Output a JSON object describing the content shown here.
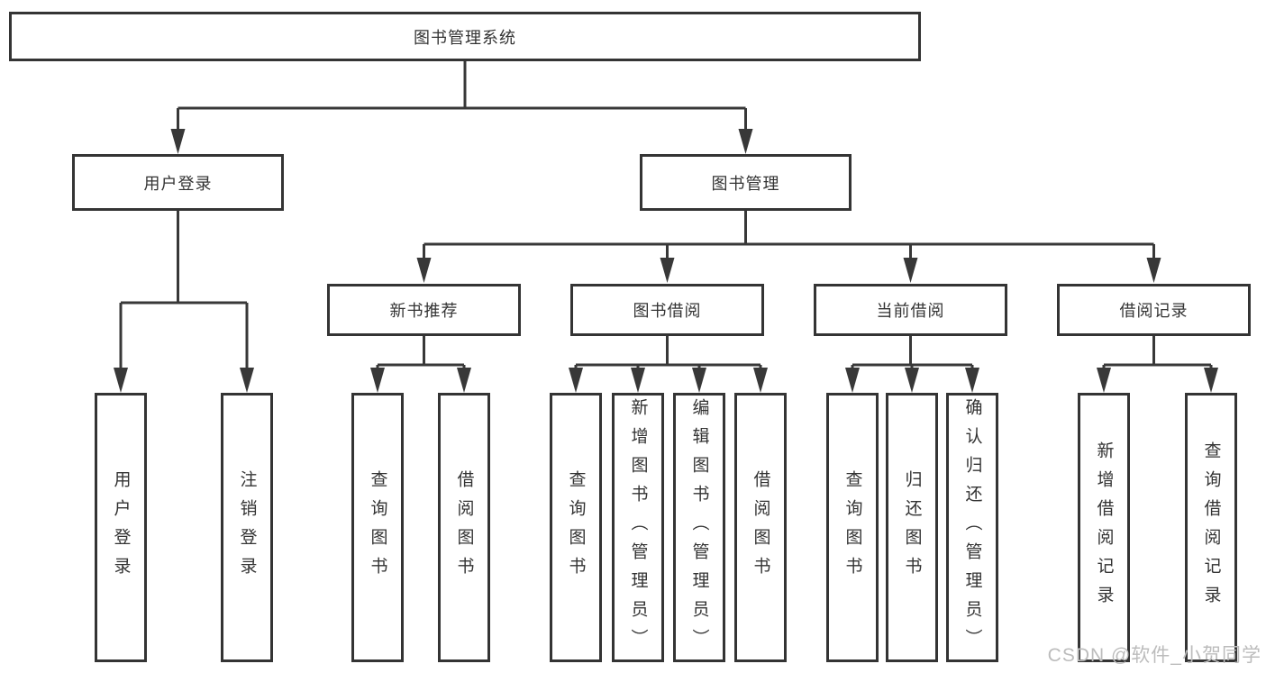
{
  "diagram": {
    "root": "图书管理系统",
    "level2": {
      "user_login": "用户登录",
      "book_mgmt": "图书管理"
    },
    "level3": {
      "new_book_rec": "新书推荐",
      "book_borrow": "图书借阅",
      "current_borrow": "当前借阅",
      "borrow_record": "借阅记录"
    },
    "leaves": {
      "user_login": "用户登录",
      "logout": "注销登录",
      "rec_query": "查询图书",
      "rec_borrow": "借阅图书",
      "bb_query": "查询图书",
      "bb_add": "新增图书（管理员）",
      "bb_edit": "编辑图书（管理员）",
      "bb_borrow": "借阅图书",
      "cb_query": "查询图书",
      "cb_return": "归还图书",
      "cb_confirm": "确认归还（管理员）",
      "br_add": "新增借阅记录",
      "br_query": "查询借阅记录"
    }
  },
  "watermark": "CSDN @软件_小贺同学",
  "colors": {
    "line": "#383838",
    "border": "#343434",
    "text": "#333333",
    "watermark": "#bcbcbc",
    "background": "#ffffff"
  }
}
